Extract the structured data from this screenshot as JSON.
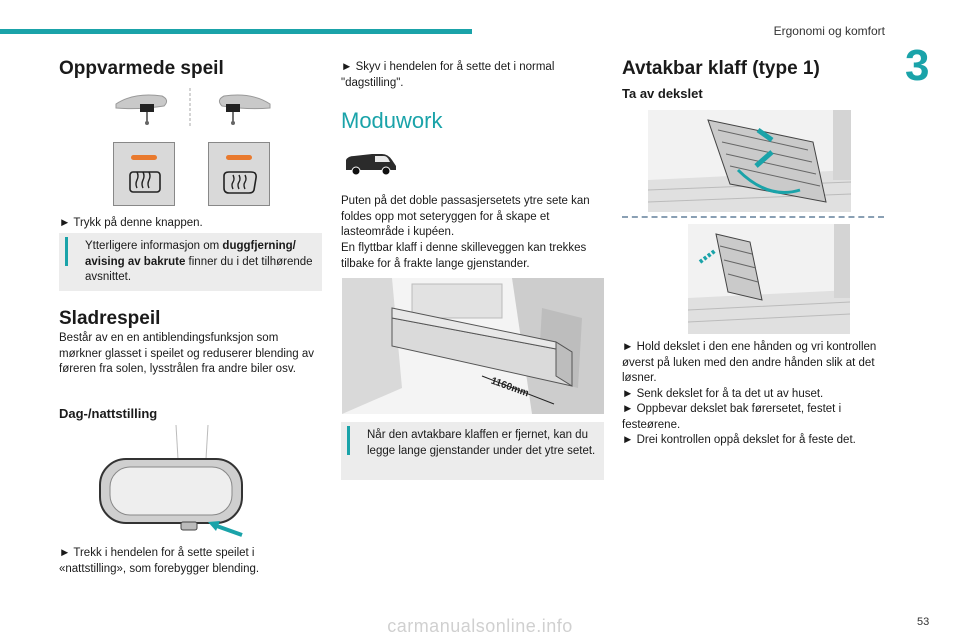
{
  "header": {
    "section": "Ergonomi og komfort",
    "chapter": "3",
    "page": "53"
  },
  "footer": {
    "watermark": "carmanualsonline.info"
  },
  "col1": {
    "heated_mirrors": {
      "title": "Oppvarmede speil",
      "step": "► Trykk på denne knappen.",
      "info_pre": "Ytterligere informasjon om ",
      "info_bold": "duggfjerning/ avising av bakrute",
      "info_post": " finner du i det tilhørende avsnittet."
    },
    "rearview": {
      "title": "Sladrespeil",
      "desc": "Består av en en antiblendingsfunksjon som mørkner glasset i speilet og reduserer blending av føreren fra solen, lysstrålen fra andre biler osv.",
      "subtitle": "Dag-/nattstilling",
      "step": "► Trekk i hendelen for å sette speilet i «nattstilling», som forebygger blending."
    }
  },
  "col2": {
    "step_top": "► Skyv i hendelen for å sette det i normal \"dagstilling\".",
    "title": "Moduwork",
    "desc1": "Puten på det doble passasjersetets ytre sete kan foldes opp mot seteryggen for å skape et lasteområde i kupéen.",
    "desc2": "En flyttbar klaff i denne skilleveggen kan trekkes tilbake for å frakte lange gjenstander.",
    "dimension": "1160mm",
    "info": "Når den avtakbare klaffen er fjernet, kan du legge lange gjenstander under det ytre setet."
  },
  "col3": {
    "title": "Avtakbar klaff (type 1)",
    "subtitle": "Ta av dekslet",
    "steps": [
      "► Hold dekslet i den ene hånden og vri kontrollen øverst på luken med den andre hånden slik at det løsner.",
      "► Senk dekslet for å ta det ut av huset.",
      "► Oppbevar dekslet bak førersetet, festet i festeørene.",
      "► Drei kontrollen oppå dekslet for å feste det."
    ]
  },
  "colors": {
    "accent": "#1aa3a9",
    "orange": "#e97a2e",
    "info_bg": "#ececec"
  }
}
